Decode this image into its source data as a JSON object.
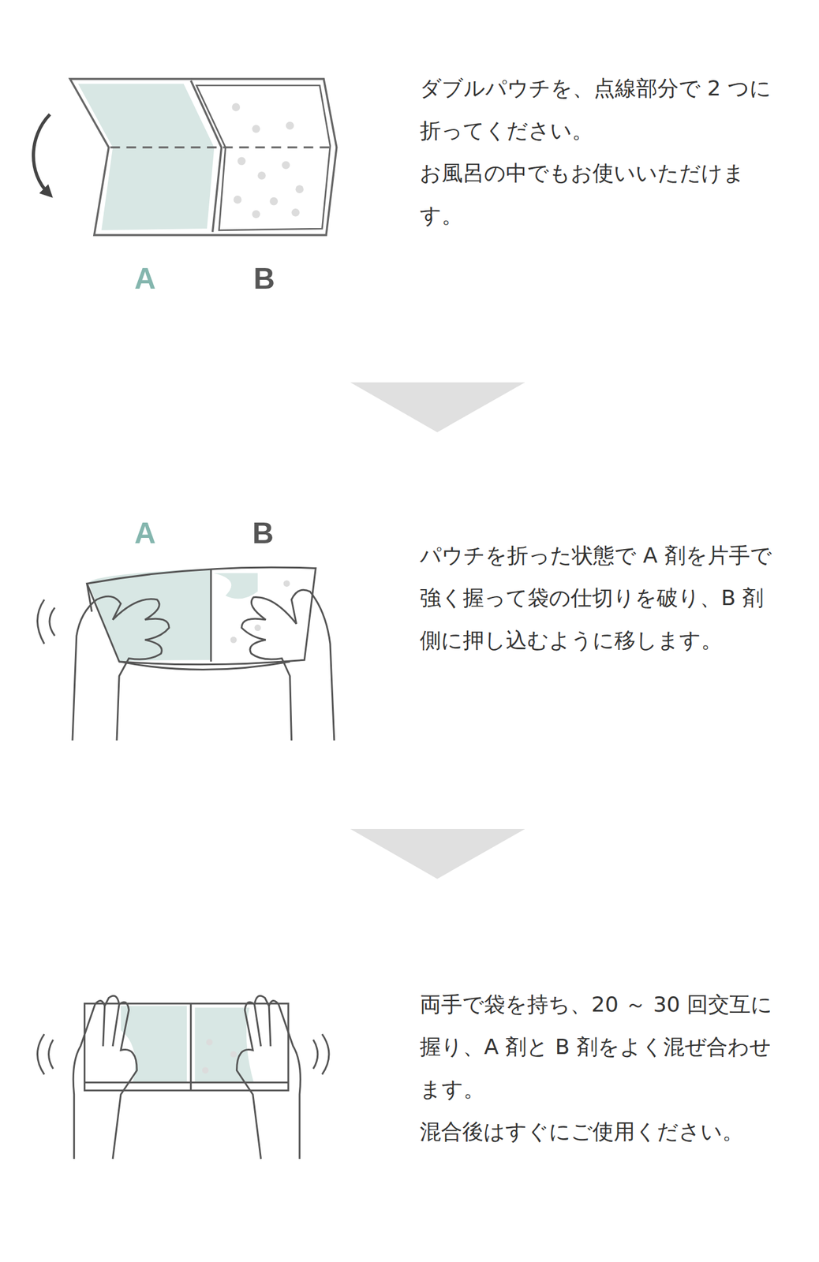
{
  "diagram": {
    "labels": [
      "ダブルパウチを、点線部分で 2 つに折ってください。",
      "お風呂の中でもお使いいただけます。",
      "A",
      "B",
      "A",
      "B",
      "パウチを折った状態で A 剤を片手で強く握って袋の仕切りを破り、B 剤側に押し込むように移します。",
      "両手で袋を持ち、20 ～ 30 回交互に握り、A 剤と B 剤をよく混ぜ合わせます。",
      "混合後はすぐにご使用ください。"
    ]
  }
}
